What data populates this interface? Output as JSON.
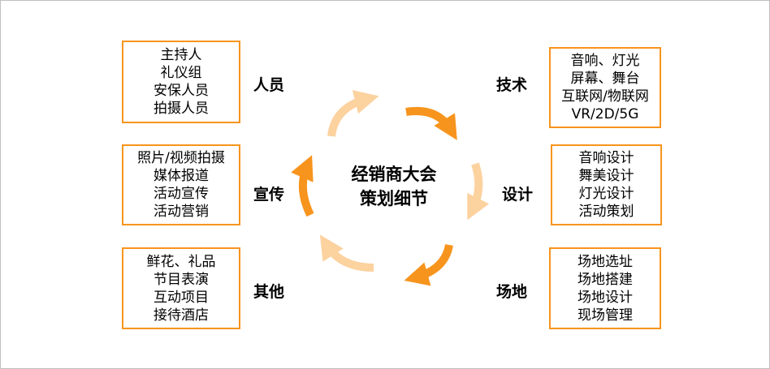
{
  "center": {
    "line1": "经销商大会",
    "line2": "策划细节"
  },
  "categories": {
    "renyuan": {
      "title": "人员",
      "items": [
        "主持人",
        "礼仪组",
        "安保人员",
        "拍摄人员"
      ]
    },
    "xuanchuan": {
      "title": "宣传",
      "items": [
        "照片/视频拍摄",
        "媒体报道",
        "活动宣传",
        "活动营销"
      ]
    },
    "qita": {
      "title": "其他",
      "items": [
        "鲜花、礼品",
        "节目表演",
        "互动项目",
        "接待酒店"
      ]
    },
    "jishu": {
      "title": "技术",
      "items": [
        "音响、灯光",
        "屏幕、舞台",
        "互联网/物联网",
        "VR/2D/5G"
      ]
    },
    "sheji": {
      "title": "设计",
      "items": [
        "音响设计",
        "舞美设计",
        "灯光设计",
        "活动策划"
      ]
    },
    "changdi": {
      "title": "场地",
      "items": [
        "场地选址",
        "场地搭建",
        "场地设计",
        "现场管理"
      ]
    }
  },
  "colors": {
    "box_border": "#f7941d",
    "arrow_dark": "#f7941d",
    "arrow_light": "#fcd29f",
    "frame": "#bfbfbf"
  }
}
